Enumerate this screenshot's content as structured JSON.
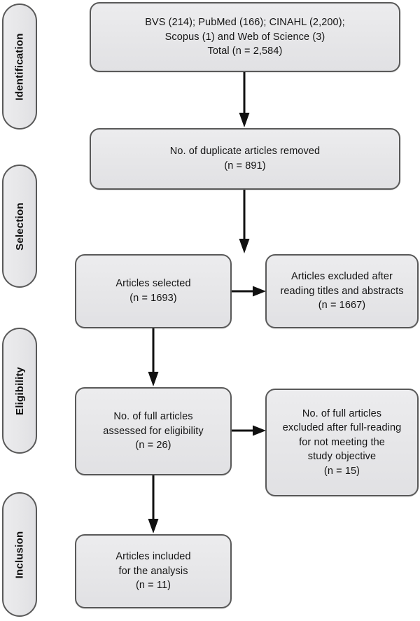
{
  "figure": {
    "type": "prisma-flow-diagram",
    "colors": {
      "box_fill": "#e6e6e8",
      "box_border": "#595959",
      "arrow": "#111111",
      "text": "#141414",
      "background": "#ffffff"
    }
  },
  "stages": [
    {
      "id": "identification",
      "label": "Identification"
    },
    {
      "id": "selection",
      "label": "Selection"
    },
    {
      "id": "eligibility",
      "label": "Eligibility"
    },
    {
      "id": "inclusion",
      "label": "Inclusion"
    }
  ],
  "nodes": {
    "records_identified": {
      "id": "records-identified",
      "text": "BVS (214); PubMed (166); CINAHL (2,200);\nScopus (1) and Web of Science (3)\nTotal (n = 2,584)",
      "sources": [
        {
          "name": "BVS",
          "count": 214
        },
        {
          "name": "PubMed",
          "count": 166
        },
        {
          "name": "CINAHL",
          "count": 2200
        },
        {
          "name": "Scopus",
          "count": 1
        },
        {
          "name": "Web of Science",
          "count": 3
        }
      ],
      "total": 2584
    },
    "duplicates_removed": {
      "id": "duplicates-removed",
      "text": "No. of duplicate articles removed\n(n = 891)",
      "n": 891
    },
    "articles_selected": {
      "id": "articles-selected",
      "text": "Articles selected\n(n = 1693)",
      "n": 1693
    },
    "excluded_titles_abstracts": {
      "id": "articles-excluded-titles-abstracts",
      "text": "Articles excluded after\nreading titles and abstracts\n(n = 1667)",
      "n": 1667
    },
    "full_assessed": {
      "id": "full-articles-assessed",
      "text": "No. of full articles\nassessed for eligibility\n(n = 26)",
      "n": 26
    },
    "full_excluded": {
      "id": "full-articles-excluded",
      "text": "No. of full articles\nexcluded after full-reading\nfor not meeting the\nstudy objective\n(n = 15)",
      "n": 15
    },
    "included": {
      "id": "articles-included",
      "text": "Articles included\nfor the analysis\n(n = 11)",
      "n": 11
    }
  },
  "connectors": [
    {
      "id": "identified-to-duplicates",
      "from": "records_identified",
      "to": "duplicates_removed",
      "direction": "down"
    },
    {
      "id": "duplicates-to-selected",
      "from": "duplicates_removed",
      "to": "articles_selected",
      "direction": "down"
    },
    {
      "id": "selected-to-excluded",
      "from": "articles_selected",
      "to": "excluded_titles_abstracts",
      "direction": "right"
    },
    {
      "id": "selected-to-assessed",
      "from": "articles_selected",
      "to": "full_assessed",
      "direction": "down"
    },
    {
      "id": "assessed-to-fullexcluded",
      "from": "full_assessed",
      "to": "full_excluded",
      "direction": "right"
    },
    {
      "id": "assessed-to-included",
      "from": "full_assessed",
      "to": "included",
      "direction": "down"
    }
  ]
}
